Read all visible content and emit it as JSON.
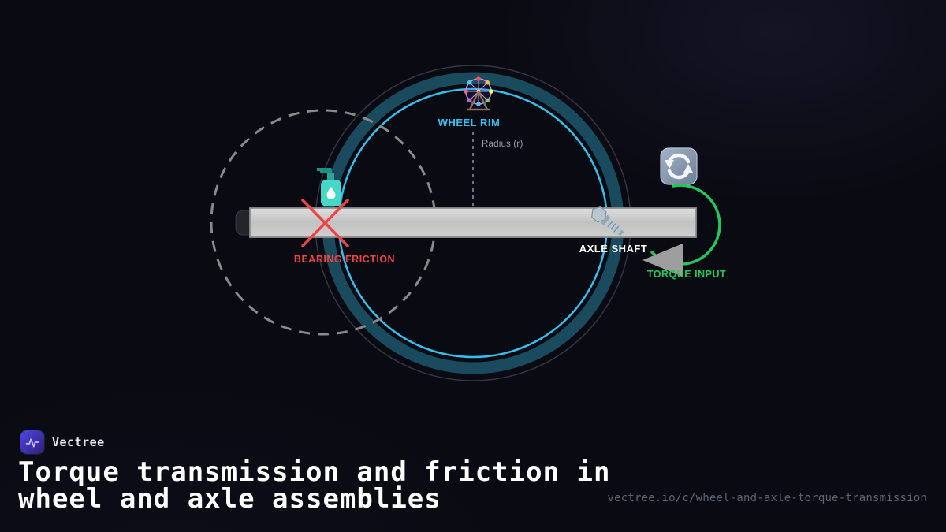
{
  "brand": {
    "name": "Vectree"
  },
  "title": {
    "line1": "Torque transmission and friction in",
    "line2": "wheel and axle assemblies"
  },
  "footer": {
    "url": "vectree.io/c/wheel-and-axle-torque-transmission"
  },
  "diagram": {
    "labels": {
      "wheel_rim": "WHEEL RIM",
      "radius": "Radius (r)",
      "bearing_friction": "BEARING FRICTION",
      "axle_shaft": "AXLE SHAFT",
      "torque_input": "TORQUE INPUT"
    },
    "icons": {
      "wheel": "ferris-wheel-icon",
      "friction": "lotion-bottle-icon",
      "axle": "bolt-icon",
      "rotation": "cycle-arrows-icon",
      "torque_direction": "left-arrow-icon",
      "logo": "waveform-logo-icon"
    },
    "colors": {
      "wheel_rim": "#35c0f0",
      "rim_ring": "#1a4a5e",
      "outer_ring": "#34353f",
      "dashed_wheel": "#8a8a8a",
      "friction": "#ef4444",
      "torque": "#22c55e",
      "bar_fill": "#cccccc",
      "bar_border": "#8e8e8e",
      "arrow_gray": "#9e9e9e",
      "muted_text": "#98a0aa"
    }
  }
}
